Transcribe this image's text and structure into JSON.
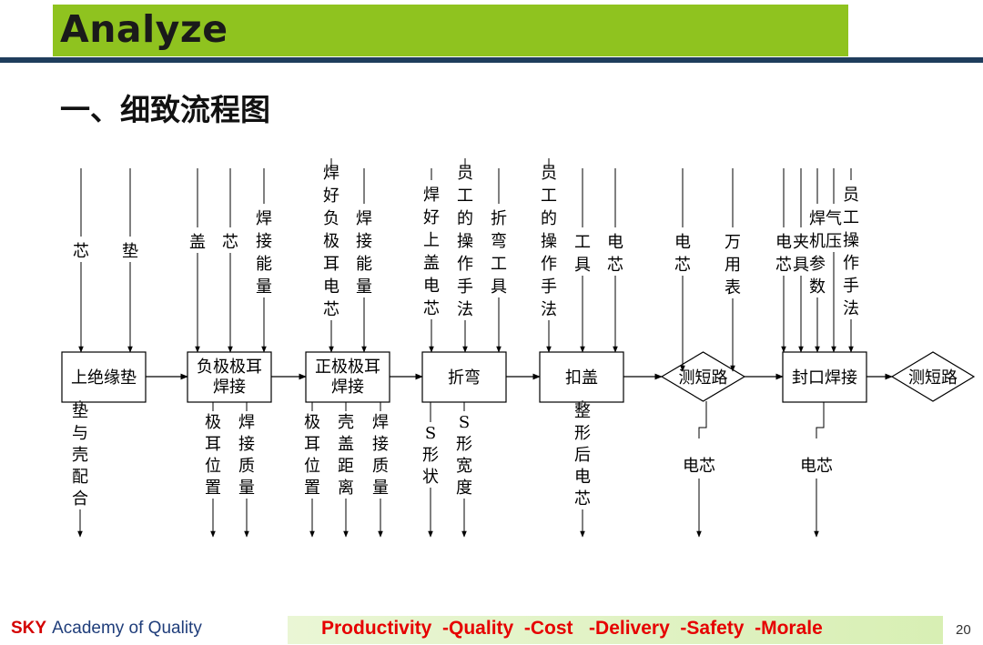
{
  "header": {
    "title": "Analyze",
    "subtitle": "一、细致流程图"
  },
  "nodes": [
    {
      "id": "n1",
      "lines": [
        "上绝缘垫"
      ],
      "shape": "rect"
    },
    {
      "id": "n2",
      "lines": [
        "负极极耳",
        "焊接"
      ],
      "shape": "rect"
    },
    {
      "id": "n3",
      "lines": [
        "正极极耳",
        "焊接"
      ],
      "shape": "rect"
    },
    {
      "id": "n4",
      "lines": [
        "折弯"
      ],
      "shape": "rect"
    },
    {
      "id": "n5",
      "lines": [
        "扣盖"
      ],
      "shape": "rect"
    },
    {
      "id": "n6",
      "lines": [
        "测短路"
      ],
      "shape": "diamond"
    },
    {
      "id": "n7",
      "lines": [
        "封口焊接"
      ],
      "shape": "rect"
    },
    {
      "id": "n8",
      "lines": [
        "测短路"
      ],
      "shape": "diamond"
    }
  ],
  "inputs": [
    {
      "node": "n1",
      "text": "芯"
    },
    {
      "node": "n1",
      "text": "垫"
    },
    {
      "node": "n2",
      "text": "盖"
    },
    {
      "node": "n2",
      "text": "芯"
    },
    {
      "node": "n2",
      "text": "焊接能量"
    },
    {
      "node": "n3",
      "text": "焊好负极耳电芯"
    },
    {
      "node": "n3",
      "text": "焊接能量"
    },
    {
      "node": "n4",
      "text": "焊好上盖电芯"
    },
    {
      "node": "n4",
      "text": "员工的操作手法"
    },
    {
      "node": "n4",
      "text": "折弯工具"
    },
    {
      "node": "n5",
      "text": "员工的操作手法"
    },
    {
      "node": "n5",
      "text": "工具"
    },
    {
      "node": "n5",
      "text": "电芯"
    },
    {
      "node": "n6",
      "text": "电芯"
    },
    {
      "node": "n6",
      "text": "万用表"
    },
    {
      "node": "n7",
      "text": "电芯"
    },
    {
      "node": "n7",
      "text": "夹具"
    },
    {
      "node": "n7",
      "text": "焊机参数"
    },
    {
      "node": "n7",
      "text": "气压"
    },
    {
      "node": "n7",
      "text": "员工操作手法"
    }
  ],
  "outputs": [
    {
      "node": "n1",
      "text": "垫与壳配合"
    },
    {
      "node": "n2",
      "text": "极耳位置"
    },
    {
      "node": "n2",
      "text": "焊接质量"
    },
    {
      "node": "n3",
      "text": "极耳位置"
    },
    {
      "node": "n3",
      "text": "壳盖距离"
    },
    {
      "node": "n3",
      "text": "焊接质量"
    },
    {
      "node": "n4",
      "text": "S形状"
    },
    {
      "node": "n4",
      "text": "S形宽度"
    },
    {
      "node": "n5",
      "text": "整形后电芯"
    },
    {
      "node": "n6",
      "text": "电芯"
    },
    {
      "node": "n7",
      "text": "电芯"
    }
  ],
  "footer": {
    "brand": "SKY",
    "org": "Academy of Quality",
    "slogan": "Productivity  -Quality  -Cost   -Delivery  -Safety  -Morale",
    "page": "20"
  },
  "colors": {
    "title_bar": "#8fc31f",
    "rule": "#1f3d5c",
    "slogan": "#e60000",
    "brand": "#d40000"
  }
}
